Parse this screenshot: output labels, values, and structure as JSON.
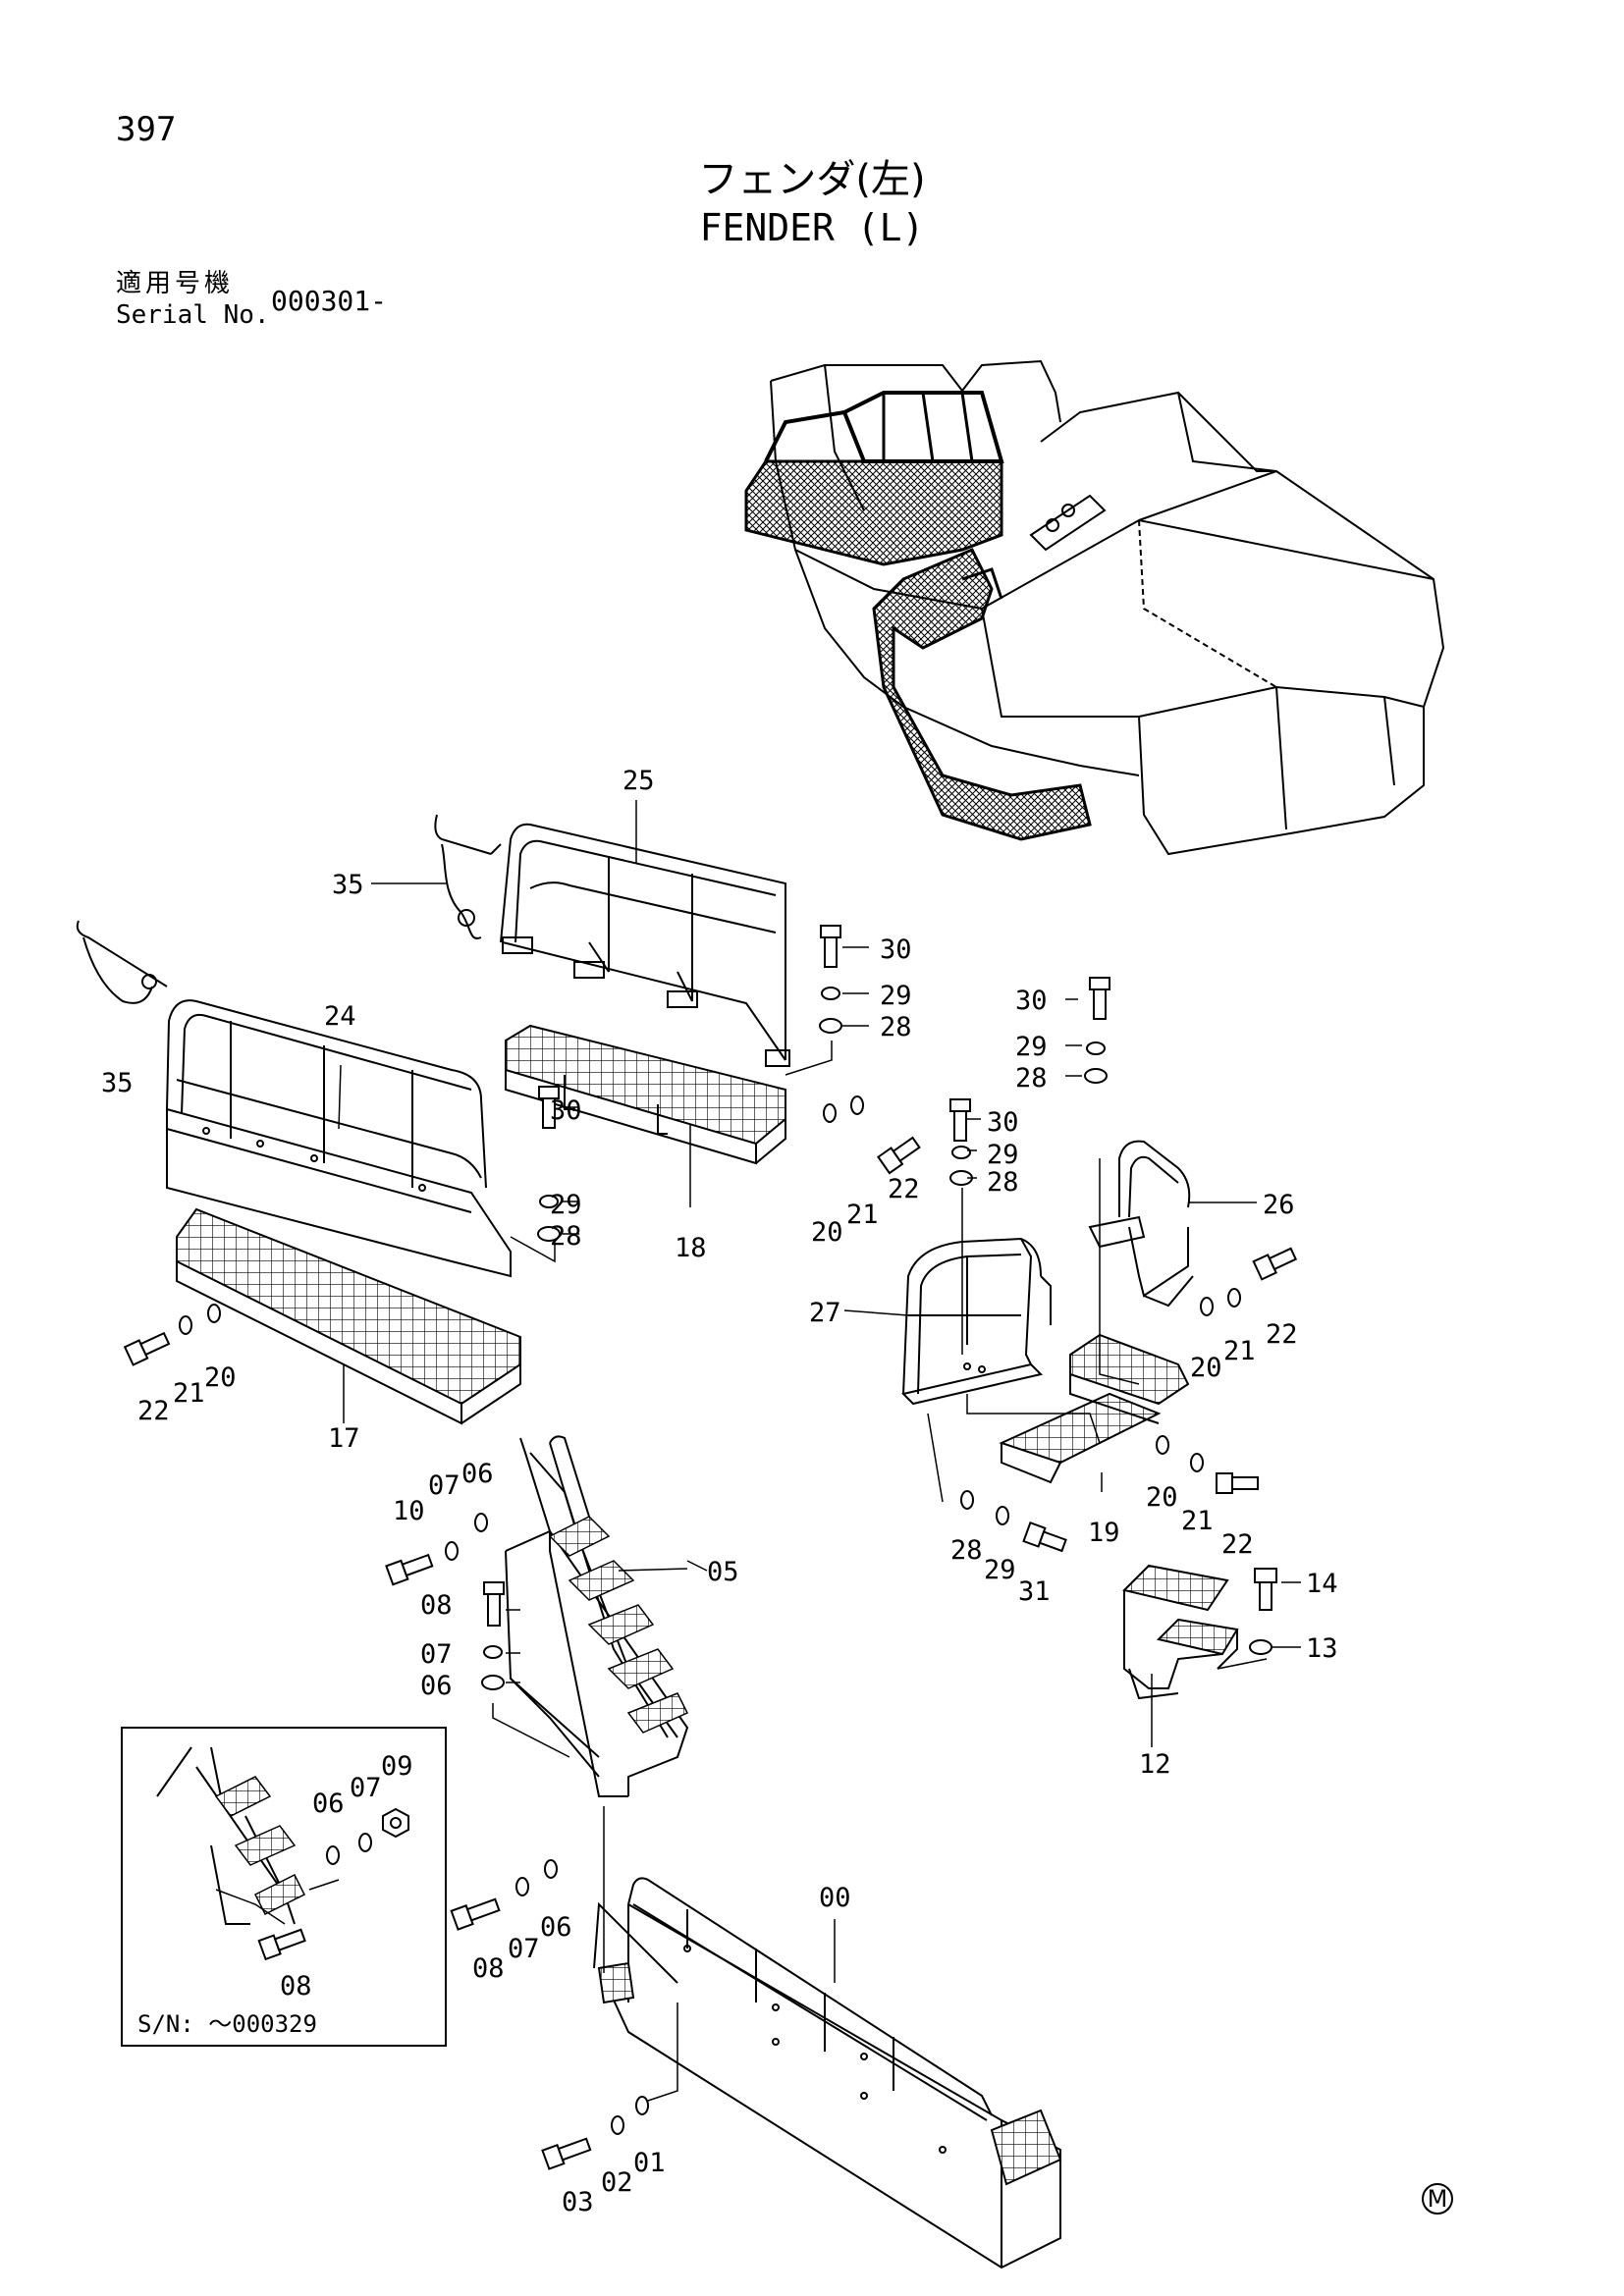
{
  "page": {
    "number": "397"
  },
  "title": {
    "japanese": "フェンダ(左)",
    "english": "FENDER (L)"
  },
  "serial": {
    "label_jp": "適用号機",
    "label_en": "Serial No.",
    "value": "000301-"
  },
  "inset": {
    "note": "S/N: ～000329"
  },
  "footer": {
    "mark": "M"
  },
  "callouts": [
    {
      "id": "25",
      "text": "25"
    },
    {
      "id": "35a",
      "text": "35"
    },
    {
      "id": "35b",
      "text": "35"
    },
    {
      "id": "24",
      "text": "24"
    },
    {
      "id": "30a",
      "text": "30"
    },
    {
      "id": "29a",
      "text": "29"
    },
    {
      "id": "28a",
      "text": "28"
    },
    {
      "id": "18",
      "text": "18"
    },
    {
      "id": "30b",
      "text": "30"
    },
    {
      "id": "29b",
      "text": "29"
    },
    {
      "id": "28b",
      "text": "28"
    },
    {
      "id": "20a",
      "text": "20"
    },
    {
      "id": "21a",
      "text": "21"
    },
    {
      "id": "22a",
      "text": "22"
    },
    {
      "id": "30c",
      "text": "30"
    },
    {
      "id": "29c",
      "text": "29"
    },
    {
      "id": "28c",
      "text": "28"
    },
    {
      "id": "30d",
      "text": "30"
    },
    {
      "id": "29d",
      "text": "29"
    },
    {
      "id": "28d",
      "text": "28"
    },
    {
      "id": "26",
      "text": "26"
    },
    {
      "id": "27",
      "text": "27"
    },
    {
      "id": "20b",
      "text": "20"
    },
    {
      "id": "21b",
      "text": "21"
    },
    {
      "id": "22b",
      "text": "22"
    },
    {
      "id": "22c",
      "text": "22"
    },
    {
      "id": "21c",
      "text": "21"
    },
    {
      "id": "20c",
      "text": "20"
    },
    {
      "id": "17",
      "text": "17"
    },
    {
      "id": "19",
      "text": "19"
    },
    {
      "id": "20d",
      "text": "20"
    },
    {
      "id": "21d",
      "text": "21"
    },
    {
      "id": "22d",
      "text": "22"
    },
    {
      "id": "28e",
      "text": "28"
    },
    {
      "id": "29e",
      "text": "29"
    },
    {
      "id": "31",
      "text": "31"
    },
    {
      "id": "10",
      "text": "10"
    },
    {
      "id": "07a",
      "text": "07"
    },
    {
      "id": "06a",
      "text": "06"
    },
    {
      "id": "05",
      "text": "05"
    },
    {
      "id": "08a",
      "text": "08"
    },
    {
      "id": "07b",
      "text": "07"
    },
    {
      "id": "06b",
      "text": "06"
    },
    {
      "id": "14",
      "text": "14"
    },
    {
      "id": "13",
      "text": "13"
    },
    {
      "id": "12",
      "text": "12"
    },
    {
      "id": "09",
      "text": "09"
    },
    {
      "id": "07c",
      "text": "07"
    },
    {
      "id": "06c",
      "text": "06"
    },
    {
      "id": "08b",
      "text": "08"
    },
    {
      "id": "00",
      "text": "00"
    },
    {
      "id": "08c",
      "text": "08"
    },
    {
      "id": "07d",
      "text": "07"
    },
    {
      "id": "06d",
      "text": "06"
    },
    {
      "id": "03",
      "text": "03"
    },
    {
      "id": "02",
      "text": "02"
    },
    {
      "id": "01",
      "text": "01"
    }
  ]
}
